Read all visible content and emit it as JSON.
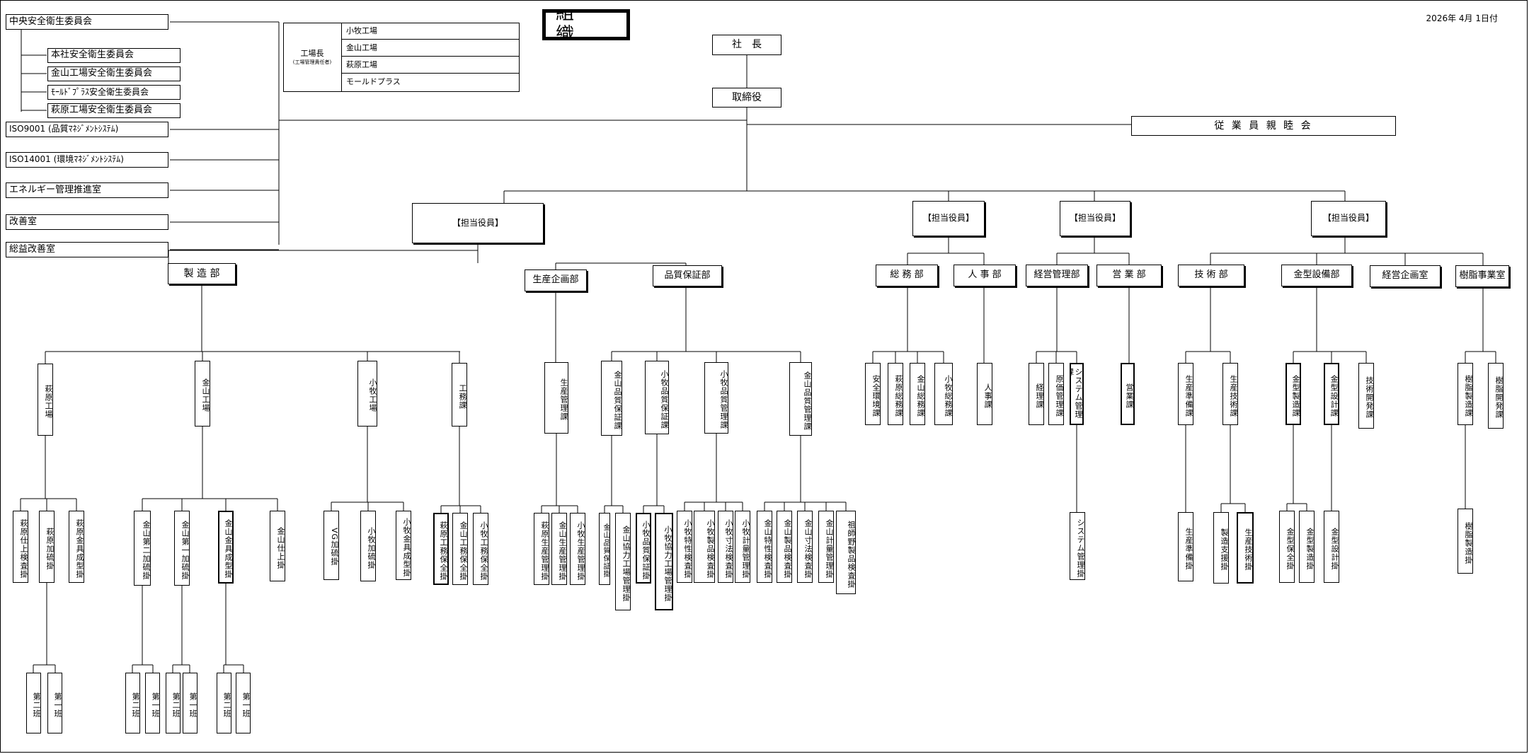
{
  "title": "組　織",
  "date": "2026年 4月 1日付",
  "plant_manager": {
    "title": "工場長",
    "subtitle": "(工場管理責任者)",
    "plants": [
      "小牧工場",
      "金山工場",
      "萩原工場",
      "モールドプラス"
    ]
  },
  "committees": {
    "main": "中央安全衛生委員会",
    "subs": [
      "本社安全衛生委員会",
      "金山工場安全衛生委員会",
      "ﾓｰﾙﾄﾞﾌﾟﾗｽ安全衛生委員会",
      "萩原工場安全衛生委員会"
    ],
    "others": [
      "ISO9001 (品質ﾏﾈｼﾞﾒﾝﾄｼｽﾃﾑ)",
      "ISO14001 (環境ﾏﾈｼﾞﾒﾝﾄｼｽﾃﾑ)",
      "エネルギー管理推進室",
      "改善室",
      "総益改善室"
    ]
  },
  "president": "社　長",
  "director": "取締役",
  "employee_club": "従 業 員 親 睦 会",
  "officer_label": "【担当役員】",
  "departments": {
    "seizo": "製 造 部",
    "seisan_kikaku": "生産企画部",
    "hinshitsu": "品質保証部",
    "somu": "総 務 部",
    "jinji": "人 事 部",
    "keiei_kanri": "経営管理部",
    "eigyo": "営 業 部",
    "gijutsu": "技 術 部",
    "kanagata": "金型設備部",
    "keiei_kikaku": "経営企画室",
    "jushi": "樹脂事業室"
  },
  "sections": {
    "hagiwara_kojo": "萩原工場",
    "kanayama_kojo": "金山工場",
    "komaki_kojo": "小牧工場",
    "komu": "工務課",
    "seisan_kanri": "生産管理課",
    "kanayama_hinsho": "金山品質保証課",
    "komaki_hinsho": "小牧品質保証課",
    "komaki_hinkan": "小牧品質管理課",
    "kanayama_hinkan": "金山品質管理課",
    "anzen_kankyo": "安全環境課",
    "hagiwara_somu": "萩原総務課",
    "kanayama_somu": "金山総務課",
    "komaki_somu": "小牧総務課",
    "jinji_ka": "人事課",
    "keiri": "経理課",
    "genka_kanri": "原価管理課",
    "system_kanri": "システム管理課",
    "eigyo_ka": "営業課",
    "seisan_junbi": "生産準備課",
    "seisan_gijutsu": "生産技術課",
    "kanagata_seizo": "金型製造課",
    "kanagata_sekkei": "金型設計課",
    "gijutsu_kaihatsu": "技術開発課",
    "jushi_seizo": "樹脂製造課",
    "jushi_kaihatsu": "樹脂開発課"
  },
  "units": {
    "hagiwara_shiage": "萩原仕上検査掛",
    "hagiwara_kako": "萩原加硫掛",
    "hagiwara_kanagu": "萩原金具成型掛",
    "kanayama_dai2": "金山第二加硫掛",
    "kanayama_dai1": "金山第一加硫掛",
    "kanayama_kanagu": "金山金具成型掛",
    "kanayama_shiage": "金山仕上掛",
    "vg_kako": "VG加硫掛",
    "komaki_kako": "小牧加硫掛",
    "komaki_kanagu": "小牧金具成型掛",
    "hagiwara_kosaku": "萩原工務保全掛",
    "kanayama_kosaku": "金山工務保全掛",
    "komaki_kosaku": "小牧工務保全掛",
    "hagiwara_seikan": "萩原生産管理掛",
    "kanayama_seikan": "金山生産管理掛",
    "komaki_seikan": "小牧生産管理掛",
    "kanayama_hinsho_kakari": "金山品質保証掛",
    "kanayama_kyoryoku": "金山協力工場管理掛",
    "komaki_hinsho_kakari": "小牧品質保証掛",
    "komaki_kyoryoku": "小牧協力工場管理掛",
    "komaki_tokusei": "小牧特性検査掛",
    "komaki_seihin": "小牧製品検査掛",
    "komaki_sunpo": "小牧寸法検査掛",
    "komaki_keiryo": "小牧計量管理掛",
    "kanayama_tokusei": "金山特性検査掛",
    "kanayama_seihin": "金山製品検査掛",
    "kanayama_sunpo": "金山寸法検査掛",
    "kanayama_keiryo": "金山計量管理掛",
    "sobueno_seihin": "祖師野製品検査掛",
    "system_kanri_kakari": "システム管理掛",
    "seisan_junbi_kakari": "生産準備掛",
    "seizo_shien": "製造支援掛",
    "seisan_gijutsu_kakari": "生産技術掛",
    "kanagata_hozen": "金型保全掛",
    "kanagata_seizo_kakari": "金型製造掛",
    "kanagata_sekkei_kakari": "金型設計掛",
    "jushi_seizo_kakari": "樹脂製造掛"
  },
  "shifts": {
    "dai1": "第一班",
    "dai2": "第二班"
  }
}
